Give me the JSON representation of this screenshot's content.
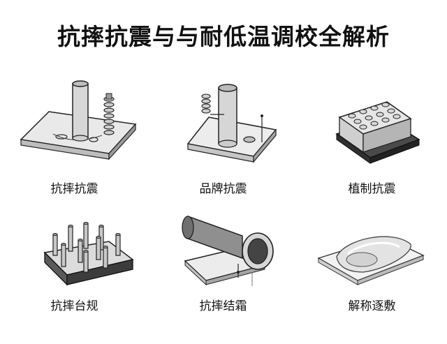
{
  "title": "抗摔抗震与与耐低温调校全解析",
  "items": [
    {
      "label": "抗摔抗震"
    },
    {
      "label": "品牌抗震"
    },
    {
      "label": "植制抗震"
    },
    {
      "label": "抗摔台规"
    },
    {
      "label": "抗摔结霜"
    },
    {
      "label": "解称逐敷"
    }
  ]
}
